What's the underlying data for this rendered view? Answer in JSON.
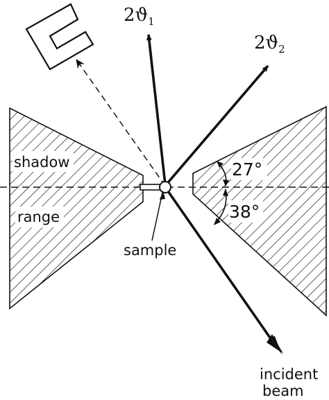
{
  "labels": {
    "theta1_base": "2ϑ",
    "theta1_sub": "1",
    "theta2_base": "2ϑ",
    "theta2_sub": "2",
    "shadow": "shadow",
    "range": "range",
    "angle_top": "27°",
    "angle_bottom": "38°",
    "sample": "sample",
    "incident_line1": "incident",
    "incident_line2": "beam"
  },
  "angles_deg": {
    "upper_shield_opening": 27,
    "lower_shield_opening": 38
  },
  "colors": {
    "ink": "#111111",
    "background": "#ffffff"
  }
}
